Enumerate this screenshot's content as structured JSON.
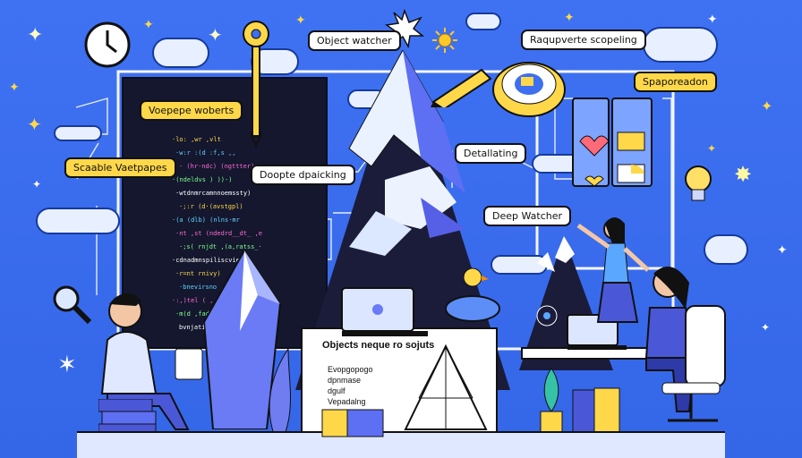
{
  "labels": {
    "object_watcher": "Object watcher",
    "reactive_computing": "Raqupverte scopeling",
    "vue_objects": "Voepepe woberts",
    "scalable_watchers": "Scaable Vaetpapes",
    "deep_watching": "Doopte dpaicking",
    "detailing": "Detallating",
    "deep_watcher": "Deep Watcher",
    "supported": "Spaporeadon"
  },
  "board": {
    "title": "Objects neque ro sojuts",
    "items": [
      "Evopgopogo",
      "dpnmase",
      "dgulf",
      "Vepadalng"
    ]
  },
  "code_lines": [
    "·lo:   ,wr    ,vlt",
    "·w:r  :(d  :f,s    ,,",
    "· (hr-ndc) (ngttter)",
    "·(ndeldvs )  ))-)",
    "·wtdnmrcamnnoemssty)",
    "·;:r   (d·(avstgpl)",
    "·(a  (dlb)  (nlns·mr",
    "·nt  ,st  (ndedrd__dt_  ,e",
    "·;s( rnjdt  ,(a,ratss_·",
    "·cdnadmnspiliscvieu)·",
    "·r=nt rnivy)",
    "·bnevirsno  ,vslnk",
    "·:,)tel ( ,  ,·",
    "·m(d  ,fadl;",
    "bvnjatiyl (s( (nnlaosvy)"
  ],
  "colors": {
    "background": "#3d6ff0",
    "accent_yellow": "#ffd84a",
    "dark": "#14172e",
    "mountain": "#1b1c3a"
  },
  "icons": [
    "clock-icon",
    "key-icon",
    "pencil-icon",
    "lightbulb-icon",
    "magnifier-icon",
    "bird-icon",
    "heart-icon",
    "star-icon"
  ]
}
